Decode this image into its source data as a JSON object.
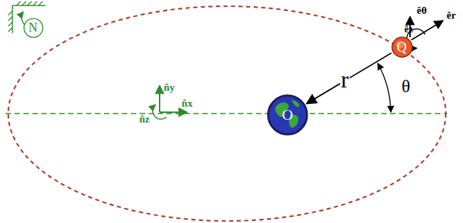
{
  "diagram": {
    "nodes": [
      {
        "text": [
          "N"
        ]
      },
      {
        "text": [
          "O"
        ]
      },
      {
        "text": [
          "Q"
        ]
      }
    ],
    "edges": [
      {
        "from": 2,
        "to": 1,
        "label": "r",
        "arrow": "to"
      }
    ],
    "labels": [
      "n̂y",
      "n̂x",
      "n̂z",
      "êθ",
      "êr",
      "êz",
      "θ"
    ]
  }
}
